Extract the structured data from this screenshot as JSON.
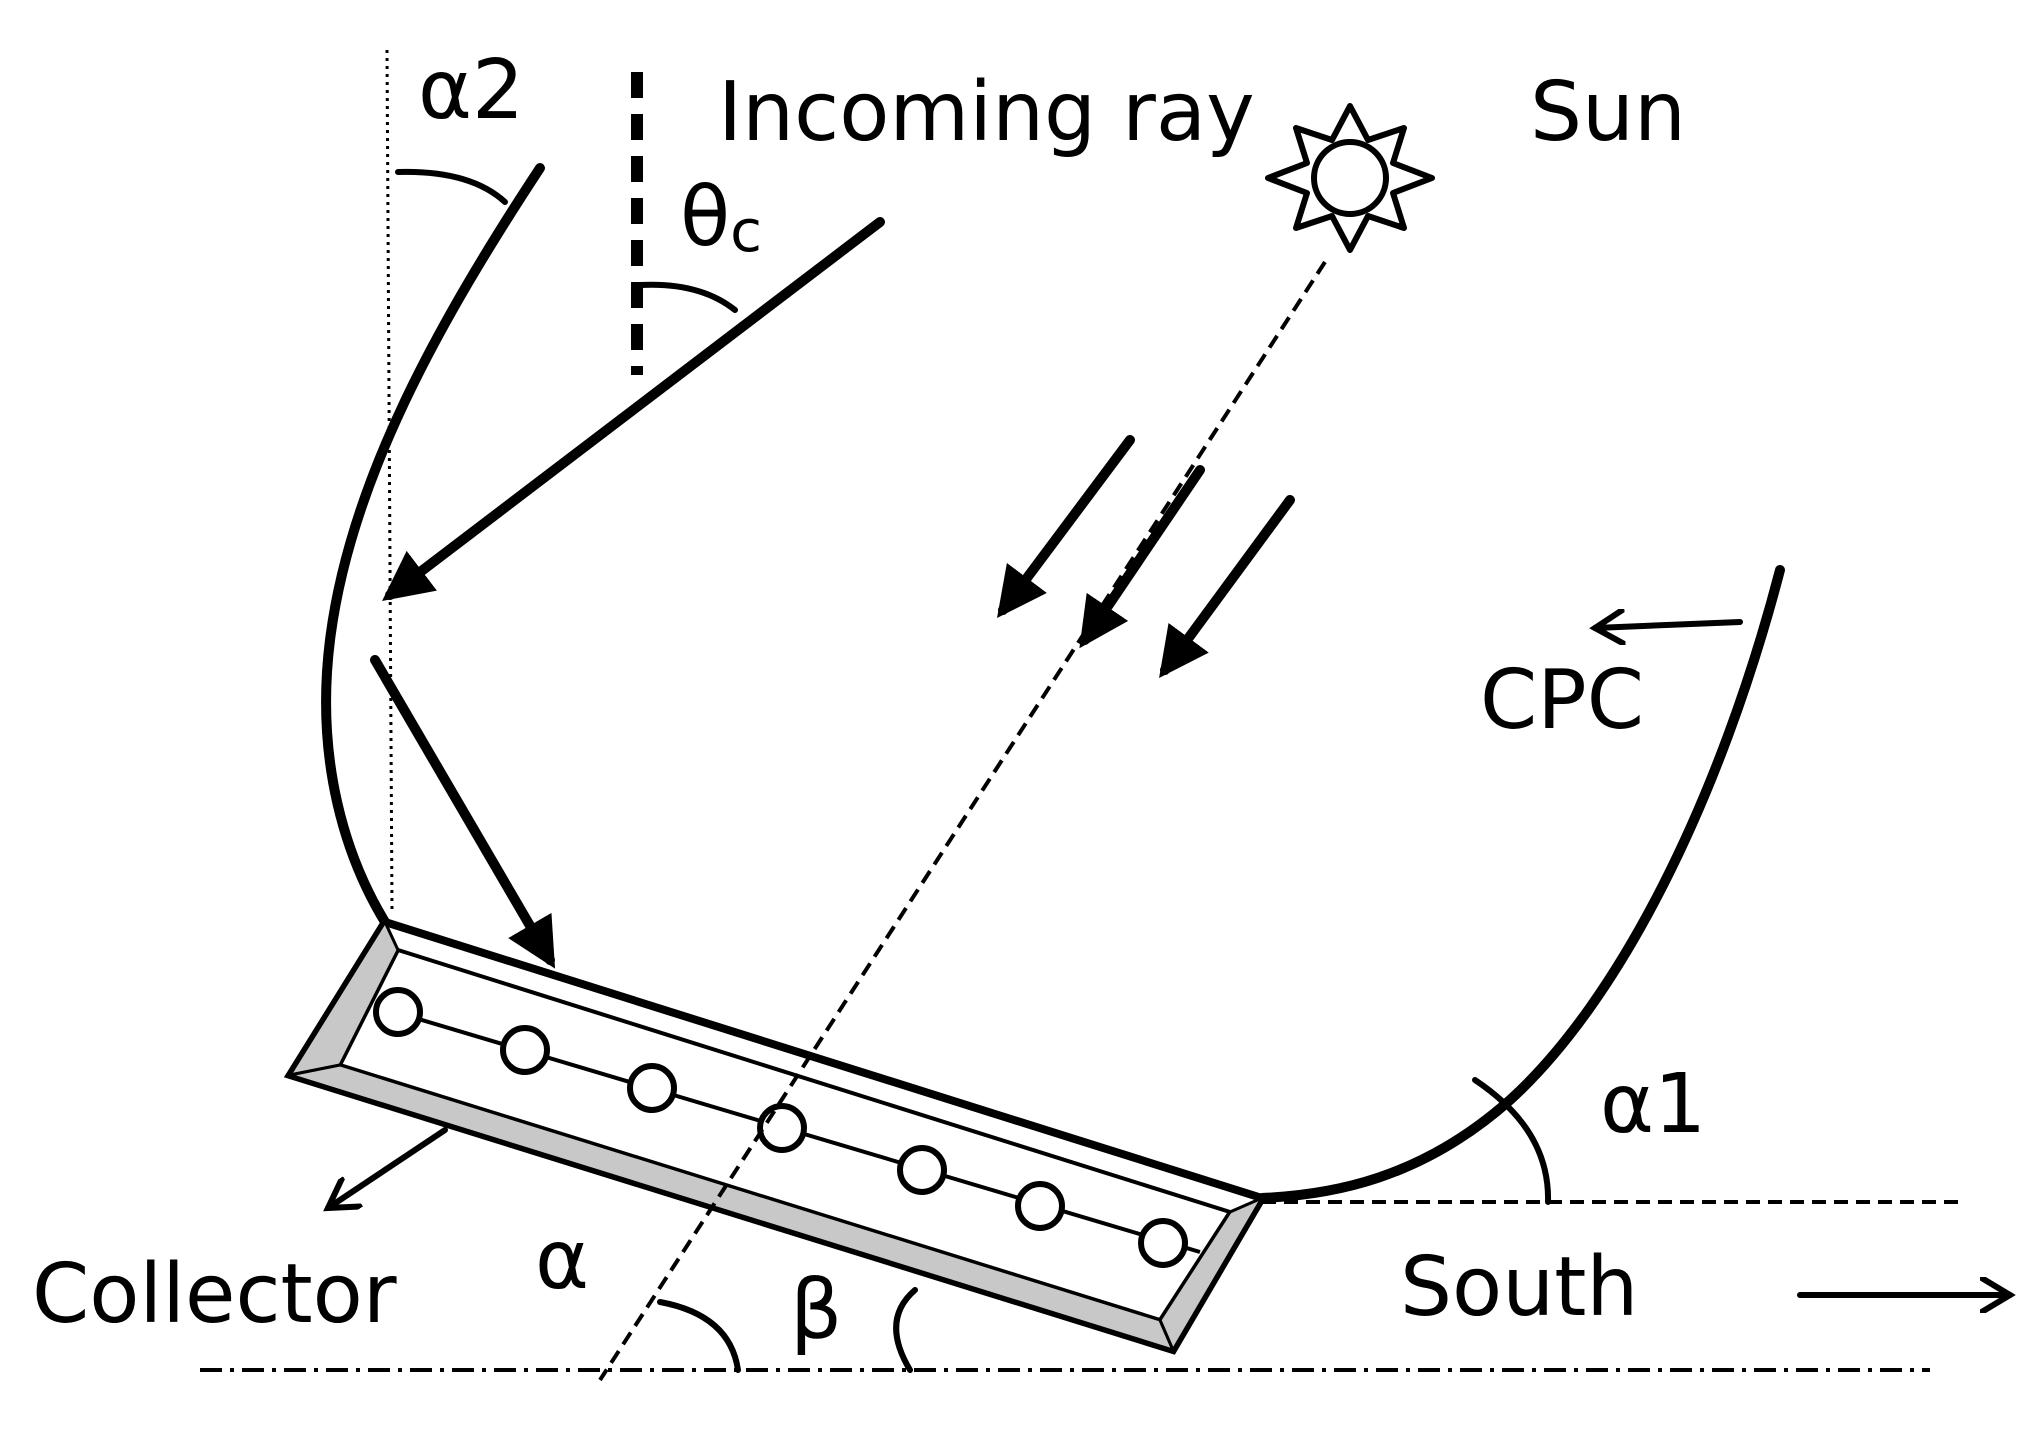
{
  "labels": {
    "alpha2": "α2",
    "incoming_ray": "Incoming ray",
    "sun": "Sun",
    "theta": "θ",
    "theta_sub": "c",
    "cpc": "CPC",
    "alpha1": "α1",
    "collector": "Collector",
    "alpha": "α",
    "beta": "β",
    "south": "South"
  },
  "colors": {
    "stroke": "#000000",
    "frame_fill": "#c8c8c8",
    "background": "#ffffff"
  }
}
